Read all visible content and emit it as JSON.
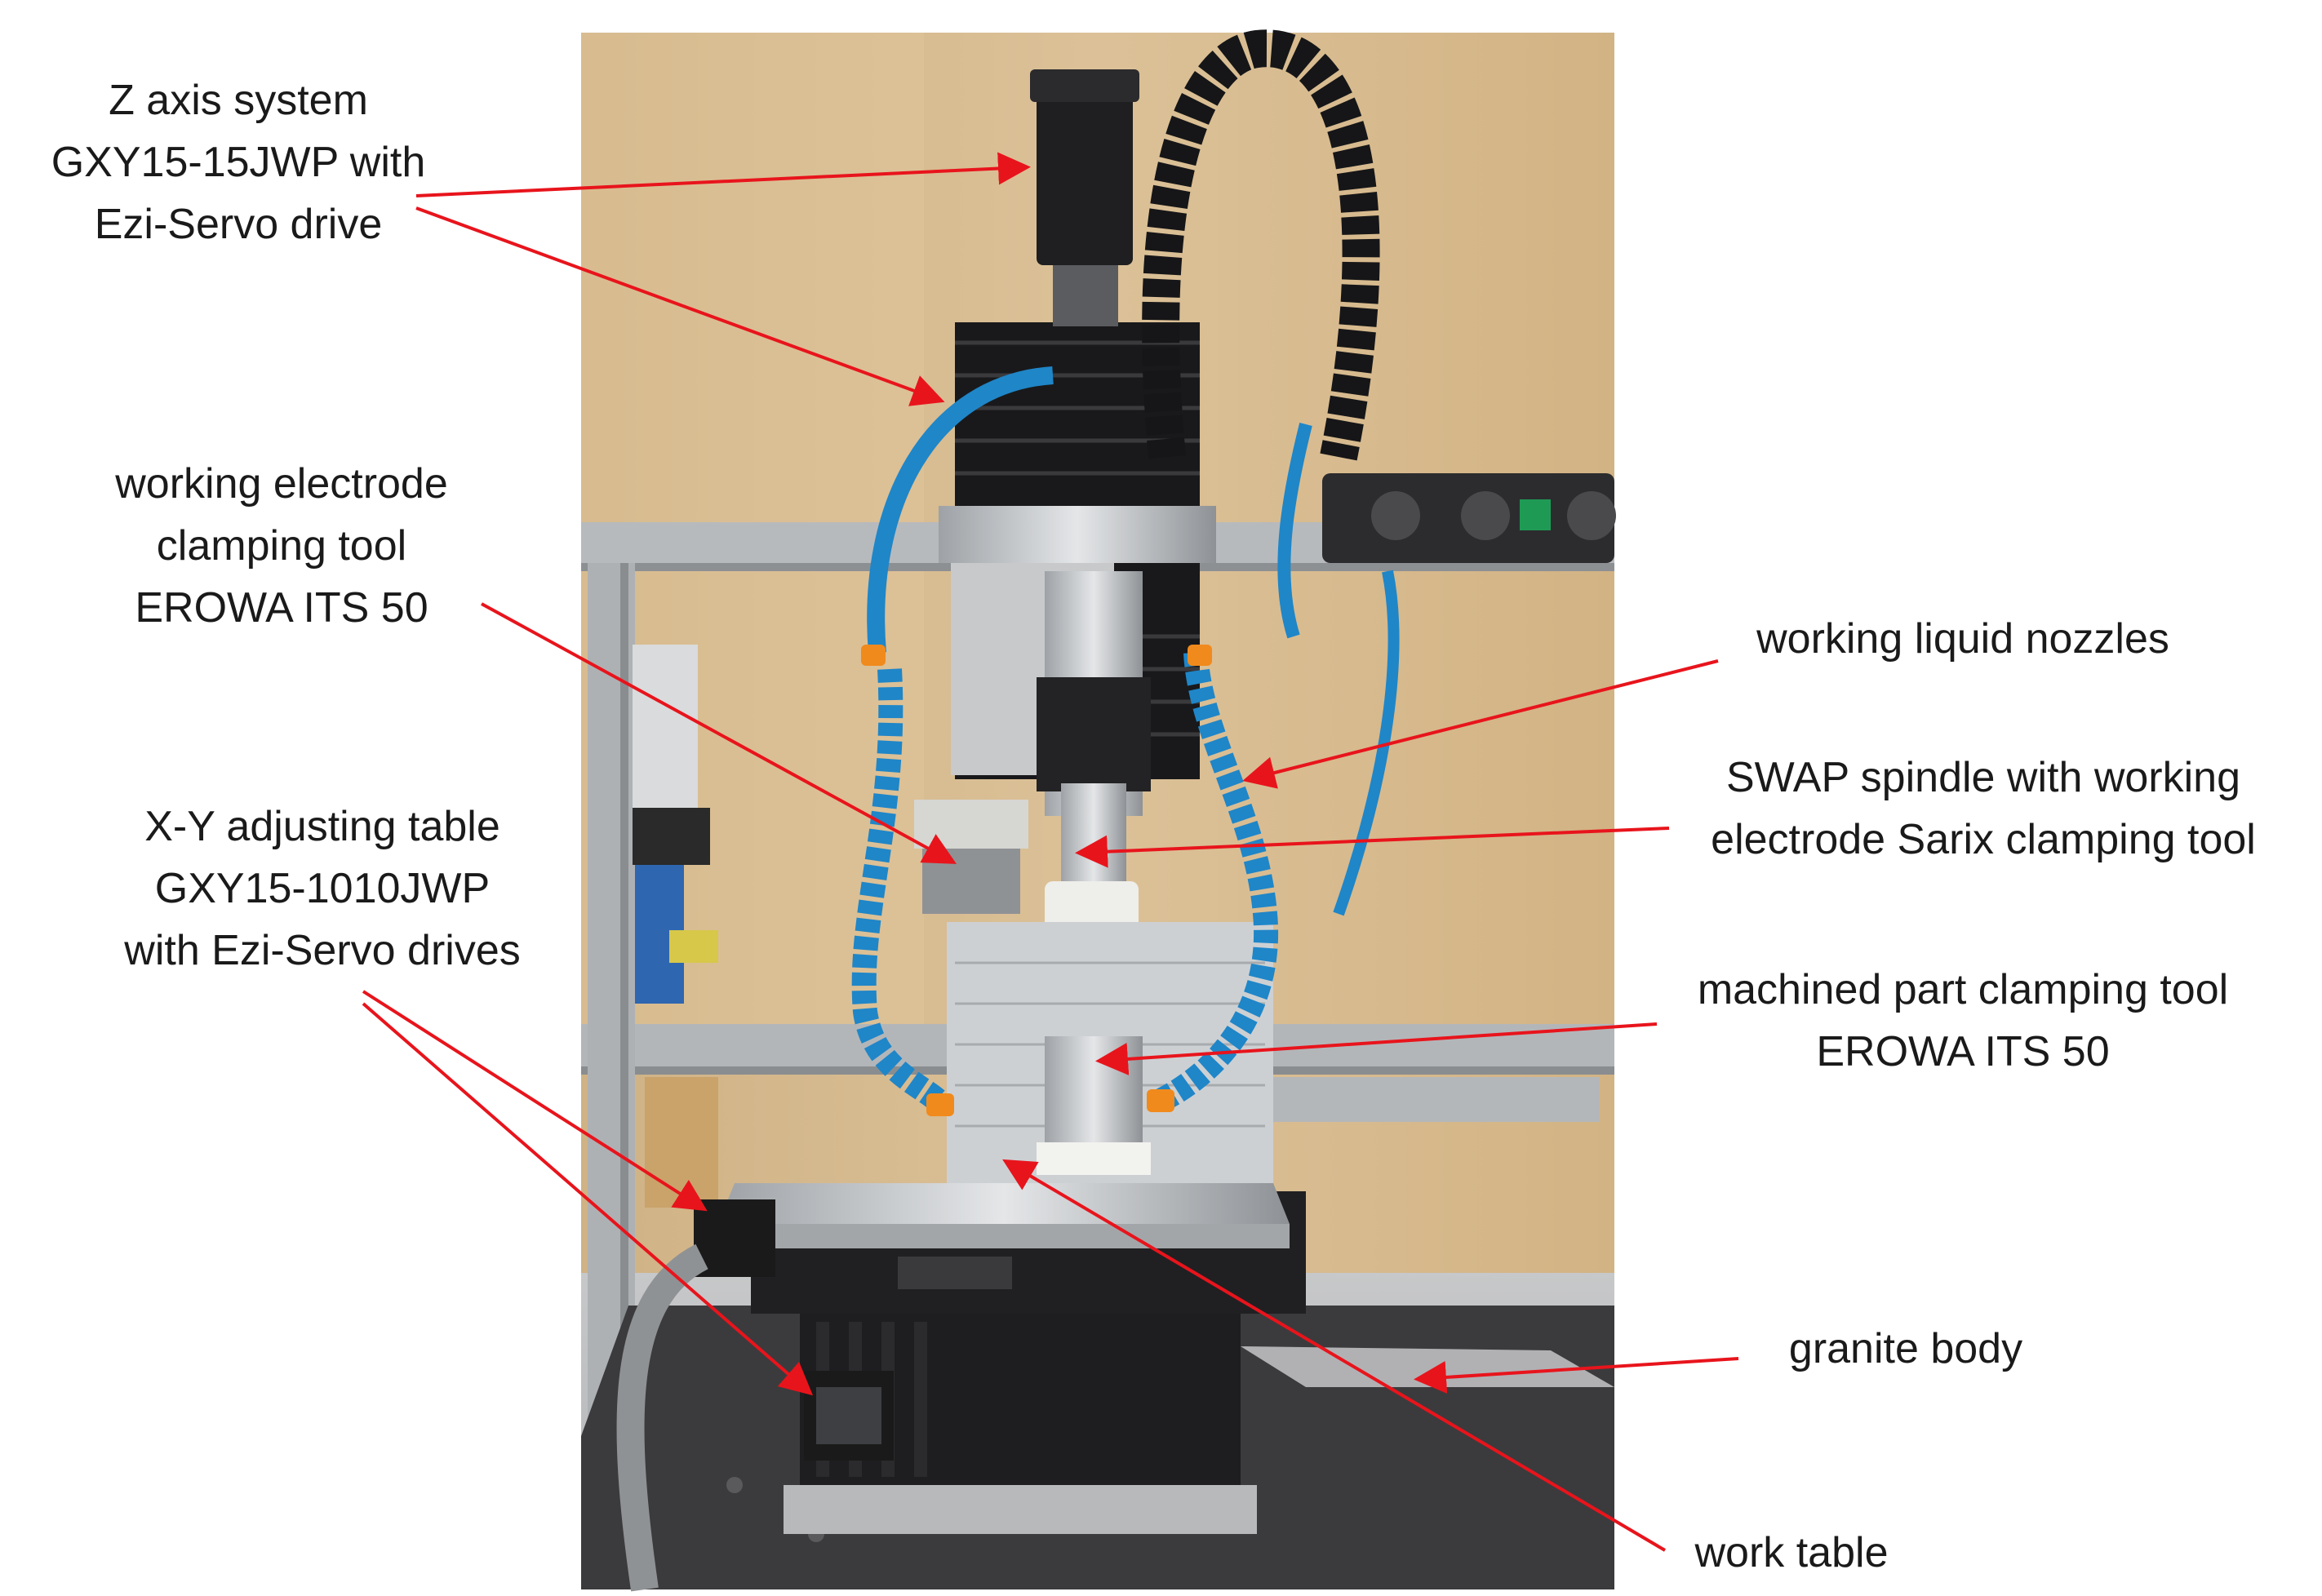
{
  "labels": {
    "z_axis": [
      "Z axis system",
      "GXY15-15JWP with",
      "Ezi-Servo drive"
    ],
    "clamp_electrode": [
      "working electrode",
      "clamping tool",
      "EROWA ITS 50"
    ],
    "xy_table": [
      "X-Y adjusting table",
      "GXY15-1010JWP",
      "with Ezi-Servo drives"
    ],
    "nozzles": [
      "working liquid nozzles"
    ],
    "spindle": [
      "SWAP spindle with working",
      "electrode Sarix clamping tool"
    ],
    "part_clamp": [
      "machined part clamping tool",
      "EROWA ITS 50"
    ],
    "granite": [
      "granite body"
    ],
    "work_table": [
      "work table"
    ]
  },
  "colors": {
    "arrow": "#e8141c",
    "wall": "#d6b88a",
    "rail": "#b9bcbf",
    "granite": "#3a3a3c",
    "hose": "#1f86c8",
    "motor": "#1c1c1e",
    "steel": "#c9cbcd",
    "nozzle_tip": "#f08a1c"
  }
}
